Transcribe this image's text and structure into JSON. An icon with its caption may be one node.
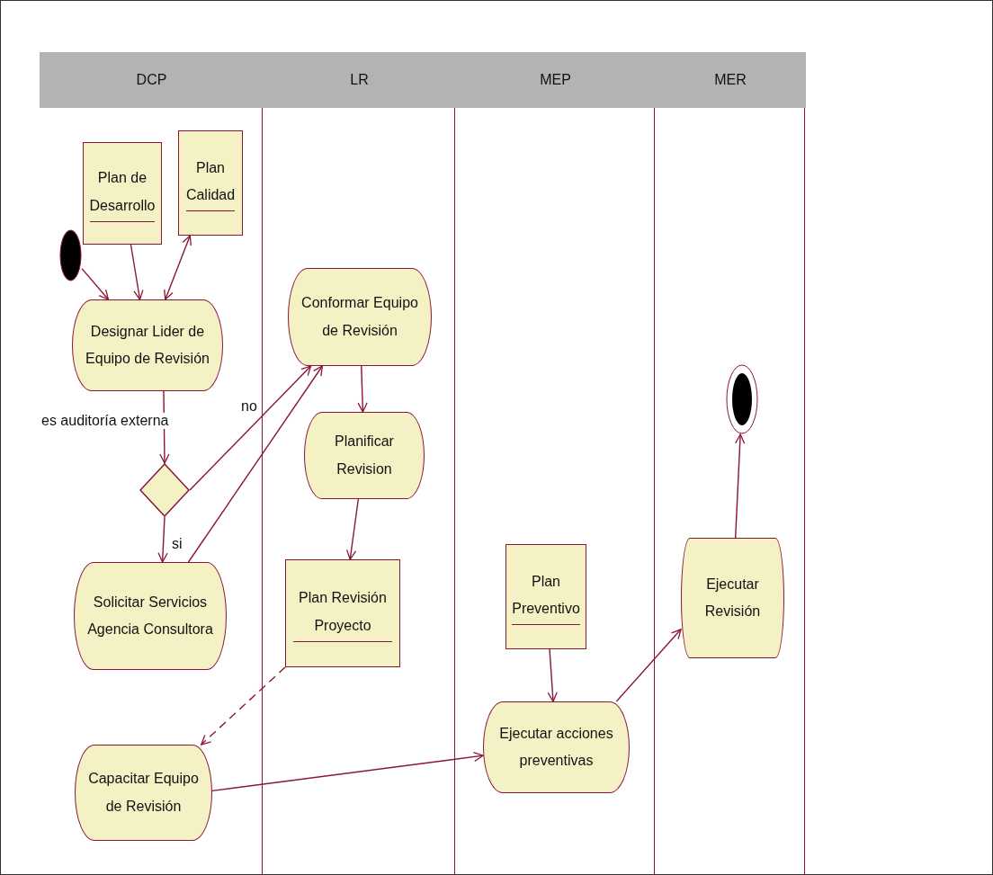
{
  "diagram": {
    "nodes": [
      {
        "text": [
          "DCP"
        ]
      },
      {
        "text": [
          "LR"
        ]
      },
      {
        "text": [
          "MEP"
        ]
      },
      {
        "text": [
          "MER"
        ]
      },
      {
        "text": [
          "Plan de Desarrollo"
        ],
        "in": 0
      },
      {
        "text": [
          "Plan Calidad"
        ],
        "in": 0
      },
      {
        "text": [],
        "shape": "circle",
        "in": 0
      },
      {
        "text": [
          "Designar Lider de Equipo de Revisión"
        ],
        "in": 0
      },
      {
        "text": [],
        "shape": "diamond",
        "in": 0
      },
      {
        "text": [
          "Solicitar Servicios Agencia Consultora"
        ],
        "in": 0
      },
      {
        "text": [
          "Capacitar Equipo de Revisión"
        ],
        "in": 0
      },
      {
        "text": [
          "Conformar Equipo de Revisión"
        ],
        "in": 1
      },
      {
        "text": [
          "Planificar Revision"
        ],
        "in": 1
      },
      {
        "text": [
          "Plan Revisión Proyecto"
        ],
        "in": 1
      },
      {
        "text": [
          "Plan Preventivo"
        ],
        "in": 2
      },
      {
        "text": [
          "Ejecutar acciones preventivas"
        ],
        "in": 2
      },
      {
        "text": [
          "Ejecutar Revisión"
        ],
        "in": 3
      },
      {
        "text": [],
        "shape": "circle",
        "in": 3
      }
    ],
    "edges": [
      {
        "from": 6,
        "to": 7,
        "arrow": "to"
      },
      {
        "from": 4,
        "to": 7,
        "arrow": "to"
      },
      {
        "from": 7,
        "to": 5,
        "arrow": "both"
      },
      {
        "from": 7,
        "to": 8,
        "arrow": "to",
        "label": "es auditoría externa"
      },
      {
        "from": 8,
        "to": 11,
        "arrow": "to",
        "label": "no"
      },
      {
        "from": 8,
        "to": 9,
        "arrow": "to",
        "label": "si"
      },
      {
        "from": 9,
        "to": 11,
        "arrow": "to"
      },
      {
        "from": 11,
        "to": 12,
        "arrow": "to"
      },
      {
        "from": 12,
        "to": 13,
        "arrow": "to"
      },
      {
        "from": 13,
        "to": 10,
        "arrow": "to",
        "style": "dashed"
      },
      {
        "from": 10,
        "to": 15,
        "arrow": "to"
      },
      {
        "from": 14,
        "to": 15,
        "arrow": "to"
      },
      {
        "from": 15,
        "to": 16,
        "arrow": "to"
      },
      {
        "from": 16,
        "to": 17,
        "arrow": "to"
      }
    ]
  }
}
